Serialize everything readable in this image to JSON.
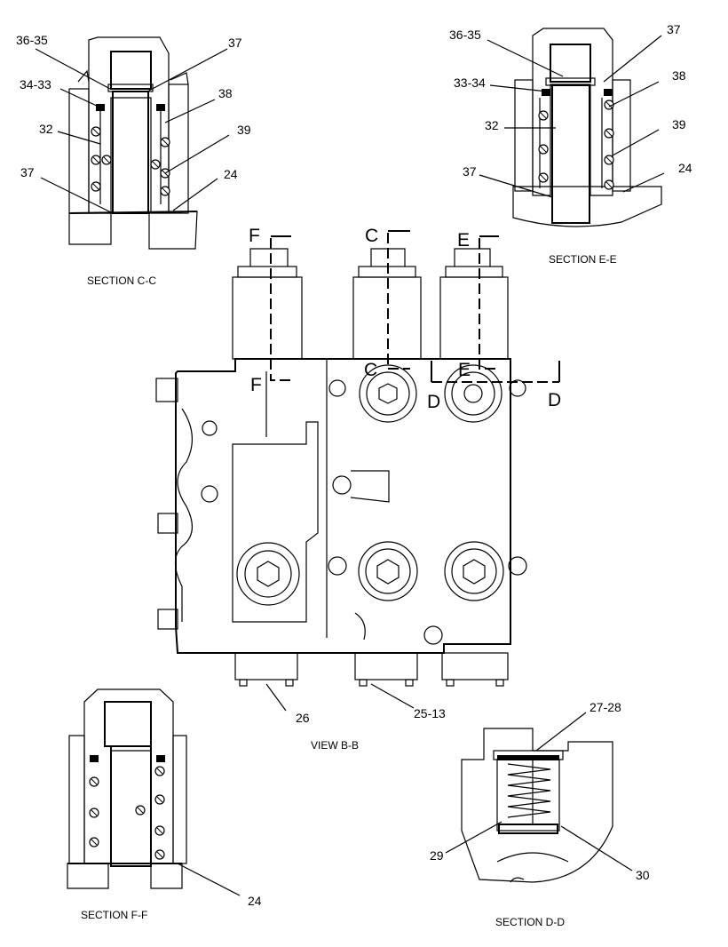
{
  "captions": {
    "section_cc": "SECTION C-C",
    "section_ee": "SECTION E-E",
    "section_ff": "SECTION F-F",
    "section_dd": "SECTION D-D",
    "view_bb": "VIEW B-B"
  },
  "callouts": {
    "cc": [
      "36-35",
      "37",
      "34-33",
      "38",
      "32",
      "39",
      "37",
      "24"
    ],
    "ee": [
      "36-35",
      "37",
      "33-34",
      "38",
      "32",
      "39",
      "37",
      "24"
    ],
    "bb": [
      "26",
      "25-13"
    ],
    "ff": [
      "24"
    ],
    "dd": [
      "27-28",
      "29",
      "30"
    ]
  },
  "section_letters": {
    "f": "F",
    "c": "C",
    "e": "E",
    "d": "D"
  }
}
